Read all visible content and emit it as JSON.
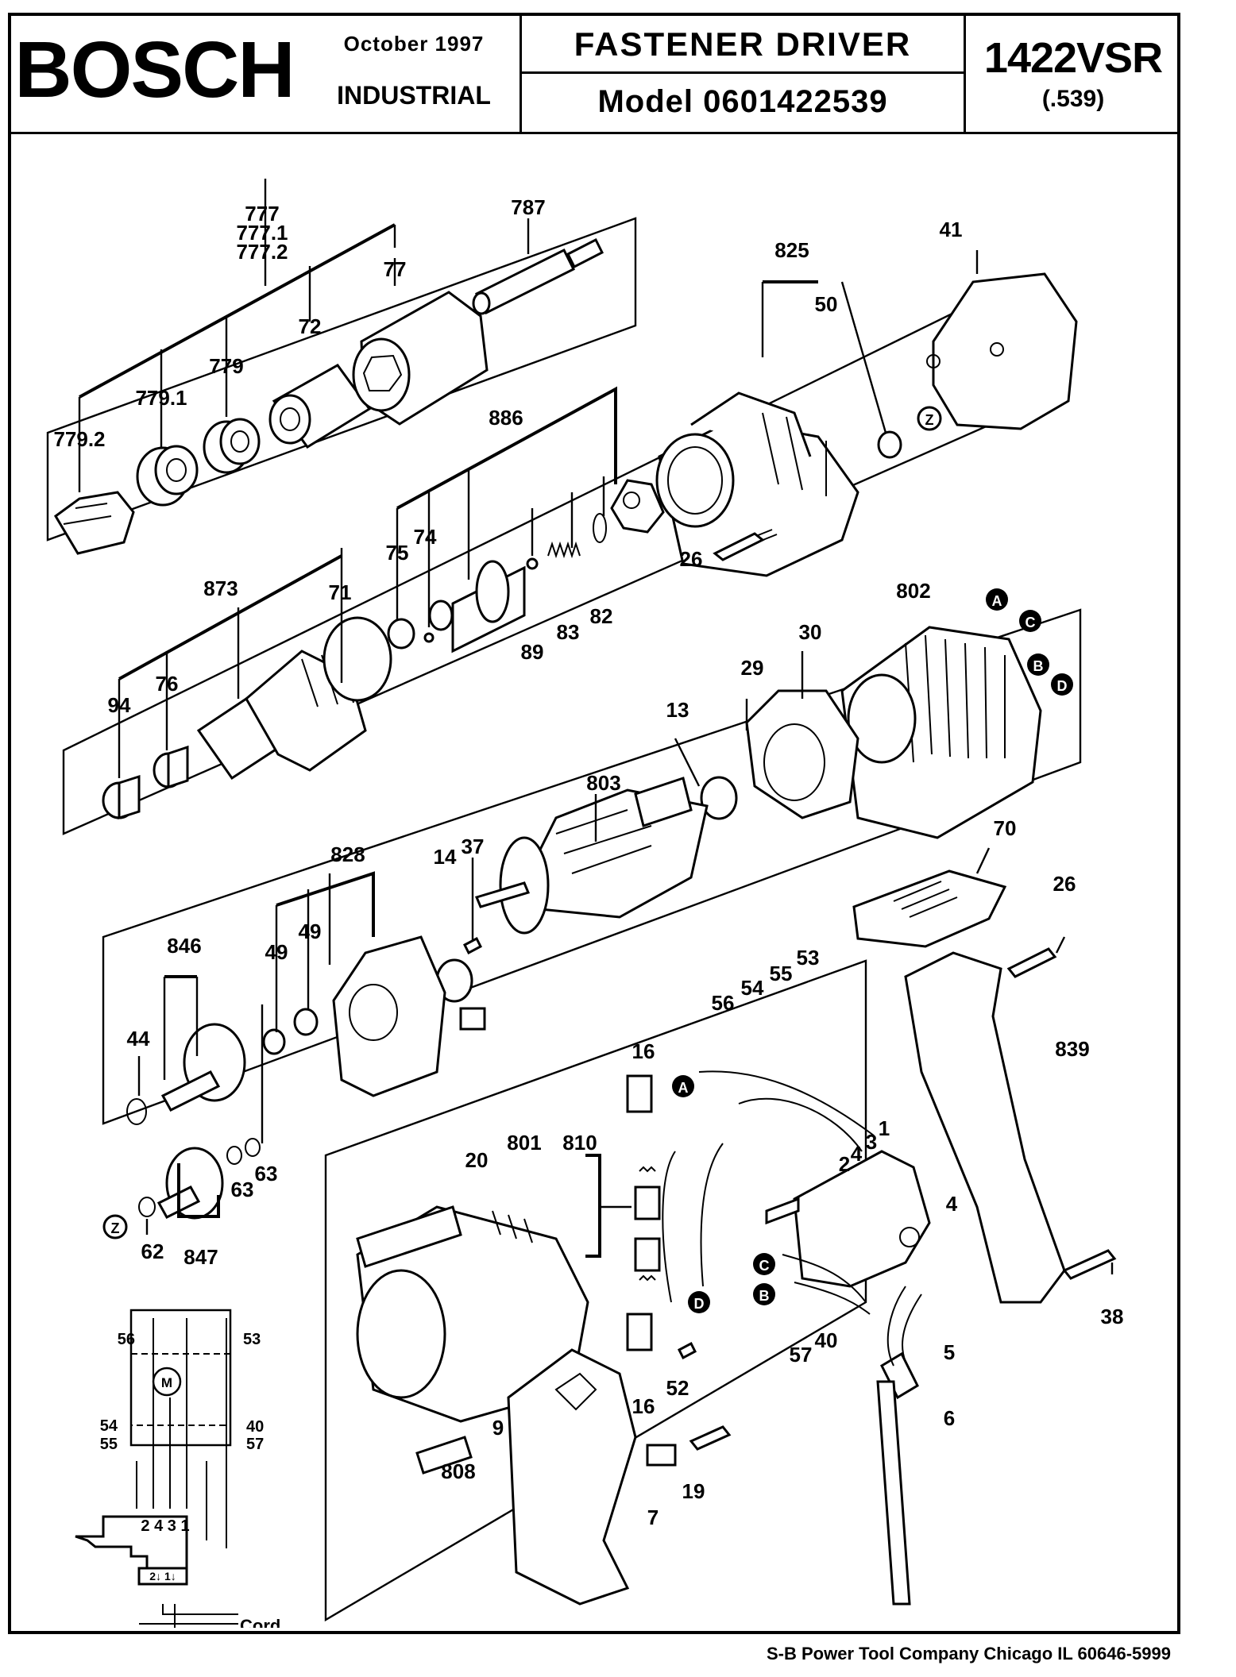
{
  "header": {
    "brand": "BOSCH",
    "date": "October  1997",
    "division": "INDUSTRIAL",
    "product_name": "FASTENER  DRIVER",
    "model_line": "Model    0601422539",
    "model_number": "1422VSR",
    "model_suffix": "(.539)"
  },
  "footer": {
    "company": "S-B Power Tool Company  Chicago IL 60646-5999"
  },
  "diagram": {
    "part_labels": {
      "p777": "777",
      "p777_1": "777.1",
      "p777_2": "777.2",
      "p77": "77",
      "p787": "787",
      "p72": "72",
      "p779": "779",
      "p779_1": "779.1",
      "p779_2": "779.2",
      "p825": "825",
      "p50": "50",
      "p41": "41",
      "p886": "886",
      "p75": "75",
      "p74": "74",
      "p89": "89",
      "p83": "83",
      "p82": "82",
      "p26a": "26",
      "p873": "873",
      "p71": "71",
      "p76": "76",
      "p94": "94",
      "p802": "802",
      "p30": "30",
      "p29": "29",
      "p13": "13",
      "p803": "803",
      "p828": "828",
      "p49a": "49",
      "p49b": "49",
      "p14": "14",
      "p37": "37",
      "p846": "846",
      "p44": "44",
      "p62": "62",
      "p847": "847",
      "p63a": "63",
      "p63b": "63",
      "p70": "70",
      "p26b": "26",
      "p839": "839",
      "p38": "38",
      "p56": "56",
      "p54": "54",
      "p55": "55",
      "p53": "53",
      "p16a": "16",
      "p16b": "16",
      "p810": "810",
      "p1": "1",
      "p3": "3",
      "p4w": "4",
      "p2": "2",
      "p4": "4",
      "p40": "40",
      "p57": "57",
      "p5": "5",
      "p6": "6",
      "p20": "20",
      "p801": "801",
      "p9": "9",
      "p808": "808",
      "p52": "52",
      "p7": "7",
      "p19": "19"
    },
    "connectors": {
      "a": "A",
      "b": "B",
      "c": "C",
      "d": "D",
      "z": "Z"
    },
    "wiring_schematic": {
      "left_top": "56",
      "right_top": "53",
      "left_mid": "54",
      "left_bot": "55",
      "right_mid": "40",
      "right_bot": "57",
      "motor": "M",
      "terminals": "2 4 3 1",
      "lower_terminals": "2↓ 1↓",
      "cord_label": "Cord"
    }
  }
}
